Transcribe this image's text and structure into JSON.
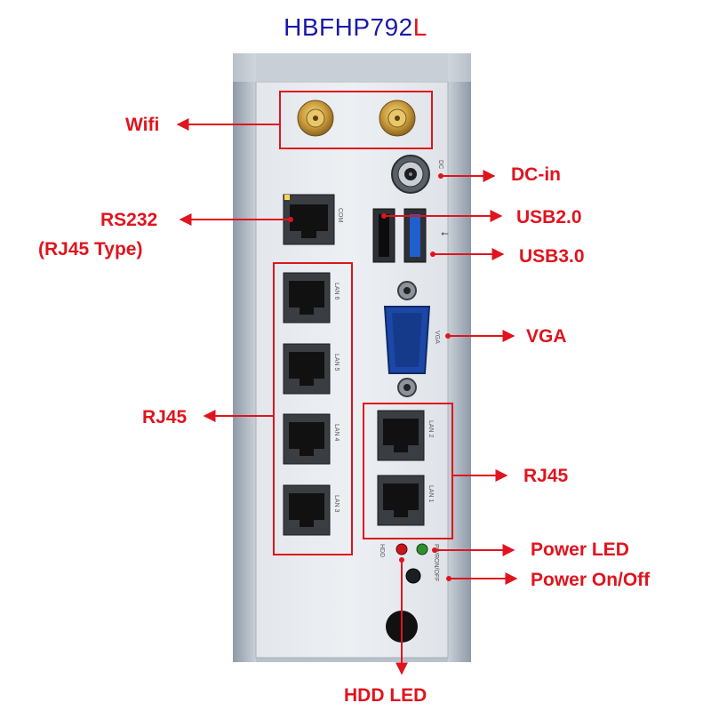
{
  "title": {
    "model": "HBFHP792",
    "suffix": "L"
  },
  "labels": {
    "wifi": "Wifi",
    "dc_in": "DC-in",
    "rs232": "RS232",
    "rs232_sub": "(RJ45 Type)",
    "usb2": "USB2.0",
    "usb3": "USB3.0",
    "vga": "VGA",
    "rj45_left": "RJ45",
    "rj45_right": "RJ45",
    "power_led": "Power LED",
    "power_onoff": "Power On/Off",
    "hdd_led": "HDD LED"
  },
  "panel_text": {
    "dc": "DC",
    "com": "COM",
    "vga": "VGA",
    "lan6": "LAN 6",
    "lan5": "LAN 5",
    "lan4": "LAN 4",
    "lan3": "LAN 3",
    "lan2": "LAN 2",
    "lan1": "LAN 1",
    "hdd": "HDD",
    "pwr": "PWR",
    "onoff": "ON/OFF"
  },
  "colors": {
    "title": "#1a1aa6",
    "accent": "#e0141e",
    "callout": "#e0141e"
  }
}
